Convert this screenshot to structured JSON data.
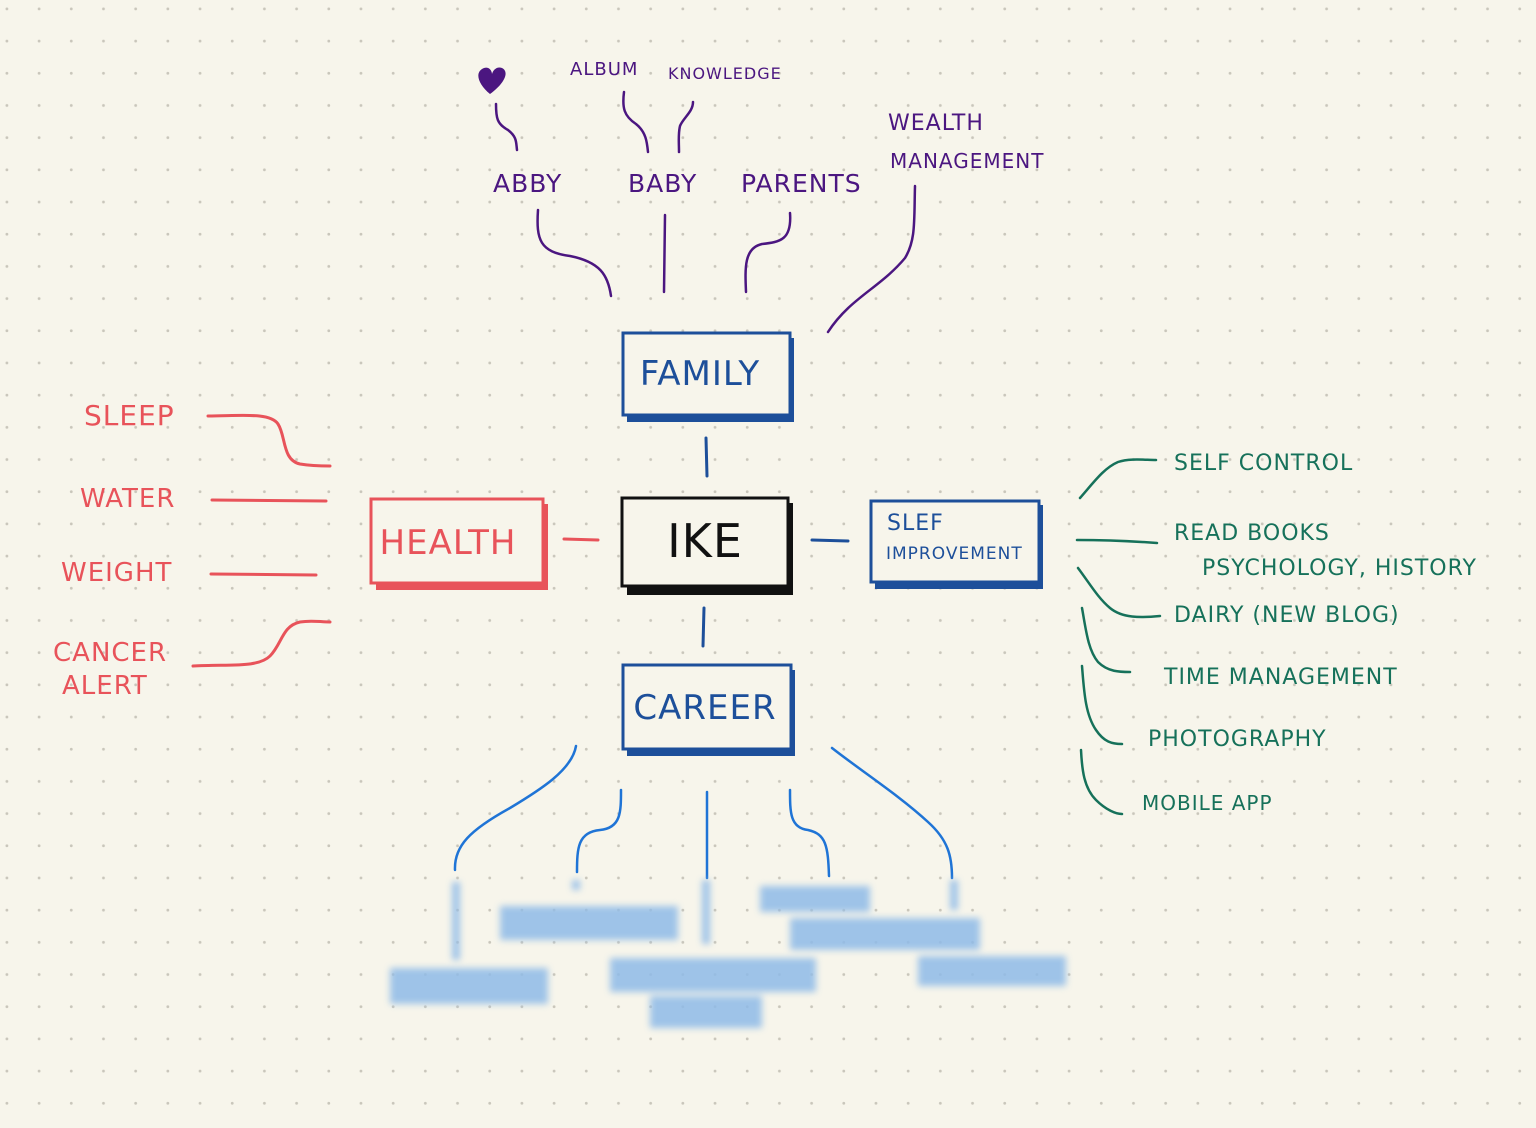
{
  "center": {
    "label": "IKE",
    "color": "#111111"
  },
  "branches": {
    "family": {
      "label": "FAMILY",
      "color": "#1d4f9a",
      "children": {
        "abby": "ABBY",
        "abby_icon": "heart-icon",
        "baby": "BABY",
        "album": "ALBUM",
        "knowledge": "KNOWLEDGE",
        "parents": "PARENTS",
        "wealth_line1": "WEALTH",
        "wealth_line2": "MANAGEMENT"
      },
      "child_color": "#4b1680"
    },
    "health": {
      "label": "HEALTH",
      "color": "#e8535a",
      "children": {
        "sleep": "SLEEP",
        "water": "WATER",
        "weight": "WEIGHT",
        "cancer_line1": "CANCER",
        "cancer_line2": "ALERT"
      }
    },
    "self_improvement": {
      "label_line1": "SLEF",
      "label_line2": "IMPROVEMENT",
      "color": "#1d4f9a",
      "child_color": "#16715a",
      "children": {
        "self_control": "SELF CONTROL",
        "read_books": "READ BOOKS",
        "read_topics": "PSYCHOLOGY, HISTORY",
        "dairy": "DAIRY (NEW BLOG)",
        "time_management": "TIME MANAGEMENT",
        "photography": "PHOTOGRAPHY",
        "mobile_app": "MOBILE APP"
      }
    },
    "career": {
      "label": "CAREER",
      "color": "#1d4f9a",
      "child_color": "#1f74d6",
      "children_redacted": true
    }
  }
}
